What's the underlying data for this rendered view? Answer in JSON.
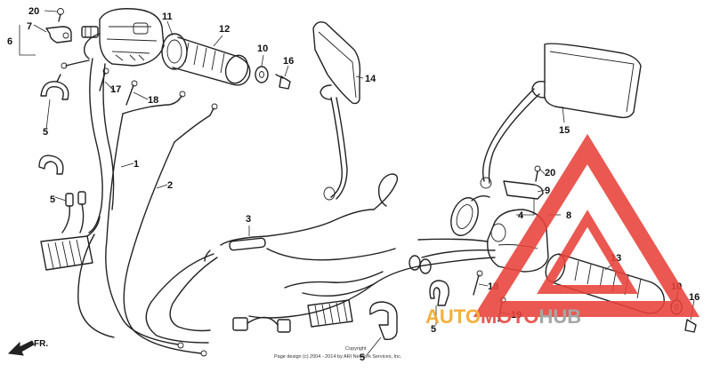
{
  "diagram": {
    "callouts": {
      "c1": "1",
      "c2": "2",
      "c3": "3",
      "c4_left": "4",
      "c5_a": "5",
      "c5_b": "5",
      "c5_c": "5",
      "c5_d": "5",
      "c6": "6",
      "c7": "7",
      "c8": "8",
      "c9": "9",
      "c10_a": "10",
      "c10_b": "10",
      "c11": "11",
      "c12": "12",
      "c13": "13",
      "c14": "14",
      "c15": "15",
      "c16_a": "16",
      "c16_b": "16",
      "c17": "17",
      "c18_a": "18",
      "c18_b": "18",
      "c19": "19",
      "c20_a": "20",
      "c20_b": "20"
    },
    "direction_label": "FR.",
    "copyright_line1": "Copyright",
    "copyright_line2": "Page design (c) 2004 - 2014 by ARI Network Services, Inc."
  },
  "watermark": {
    "text_part1": "AUTO",
    "text_part2": "MOTO",
    "text_part3": "HUB",
    "color_red": "#e8423a",
    "color_orange": "#f3a623",
    "color_gray": "#9a9a9a"
  }
}
